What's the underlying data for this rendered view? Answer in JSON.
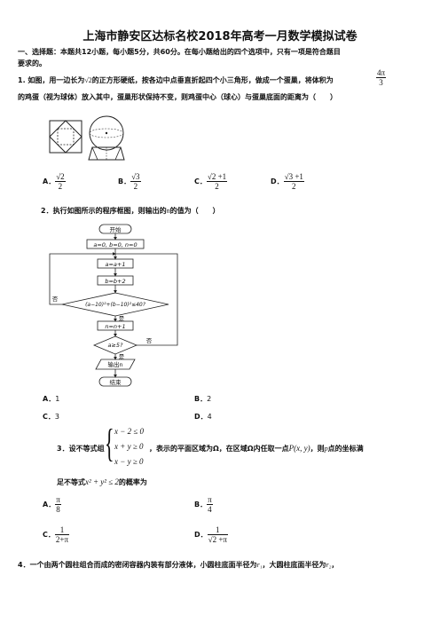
{
  "title": "上海市静安区达标名校2018年高考一月数学模拟试卷",
  "section1": {
    "heading_line1": "一、选择题：本题共12小题，每小题5分，共60分。在每小题给出的四个选项中，只有一项是符合题目",
    "heading_line2": "要求的。"
  },
  "q1": {
    "line1_a": "1. 如图，用一边长为",
    "sqrt2": "√2",
    "line1_b": "的正方形硬纸，按各边中点垂直折起四个小三角形，做成一个蛋巢，将体积为",
    "vol_num": "4π",
    "vol_den": "3",
    "line2": "的鸡蛋（视为球体）放入其中，蛋巢形状保持不变，则鸡蛋中心（球心）与蛋巢底面的距离为（　　）",
    "options": [
      {
        "label": "A．",
        "num": "√2",
        "den": "2"
      },
      {
        "label": "B．",
        "num": "√3",
        "den": "2"
      },
      {
        "label": "C．",
        "num": "√2 +1",
        "den": "2"
      },
      {
        "label": "D．",
        "num": "√3 +1",
        "den": "2"
      }
    ]
  },
  "q2": {
    "stem_a": "2．执行如图所示的程序框图，则输出的",
    "var_n": "n",
    "stem_b": "的值为（　　）",
    "flow": {
      "start": "开始",
      "init": "a=0, b=0, n=0",
      "step_a": "a=a+1",
      "step_b": "b=b+2",
      "cond1": "(a−10)²+(b−10)²≤40?",
      "no1": "否",
      "yes1": "是",
      "step_n": "n=n+1",
      "cond2": "a≥5?",
      "no2": "否",
      "yes2": "是",
      "output": "输出n",
      "end": "结束"
    },
    "options": [
      {
        "label": "A．",
        "value": "1"
      },
      {
        "label": "B．",
        "value": "2"
      },
      {
        "label": "C．",
        "value": "3"
      },
      {
        "label": "D．",
        "value": "4"
      }
    ]
  },
  "q3": {
    "stem_a": "3．设不等式组",
    "ineq1": "x − 2 ≤ 0",
    "ineq2": "x + y ≥ 0",
    "ineq3": "x − y ≥ 0",
    "stem_b": "，表示的平面区域为Ω，在区域Ω内任取一点",
    "point": "P(x, y)",
    "stem_c": "，则",
    "var_p": "p",
    "stem_d": "点的坐标满",
    "line2_a": "足不等式",
    "ineq4": "x² + y² ≤ 2",
    "line2_b": "的概率为",
    "options": [
      {
        "label": "A．",
        "num": "π",
        "den": "8"
      },
      {
        "label": "B．",
        "num": "π",
        "den": "4"
      },
      {
        "label": "C．",
        "num": "1",
        "den": "2+π"
      },
      {
        "label": "D．",
        "num": "1",
        "den": "√2 +π"
      }
    ]
  },
  "q4": {
    "line1": "4．一个由两个圆柱组合而成的密闭容器内装有部分液体，小圆柱底面半径为",
    "r1": "r₁",
    "mid": "，大圆柱底面半径为",
    "r2": "r₂",
    "end": "，"
  }
}
